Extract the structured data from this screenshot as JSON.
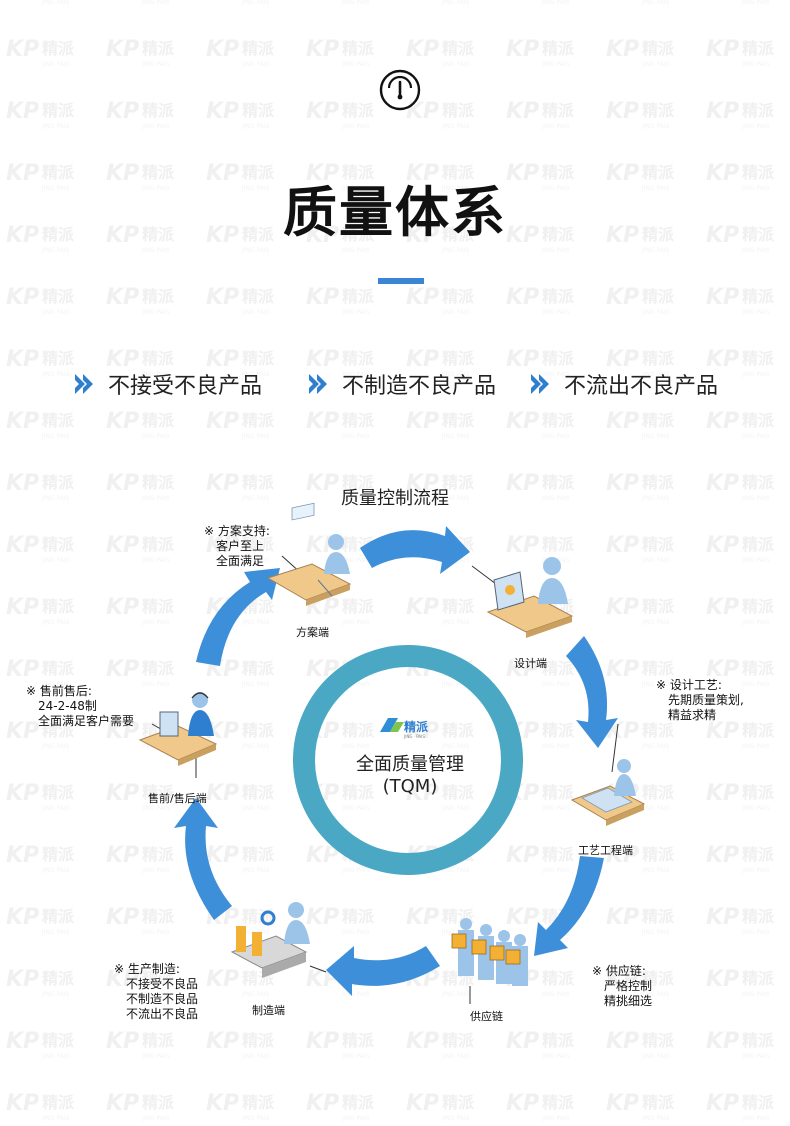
{
  "header_icon": "gauge-icon",
  "title": "质量体系",
  "slogans": [
    {
      "icon": "double-chevron-icon",
      "text": "不接受不良产品"
    },
    {
      "icon": "double-chevron-icon",
      "text": "不制造不良产品"
    },
    {
      "icon": "double-chevron-icon",
      "text": "不流出不良产品"
    }
  ],
  "flow_title": "质量控制流程",
  "center": {
    "logo_text": "精派",
    "logo_subtext": "JING · PAIS",
    "line1": "全面质量管理",
    "line2": "(TQM)"
  },
  "nodes": [
    {
      "label": "方案端"
    },
    {
      "label": "设计端"
    },
    {
      "label": "工艺工程端"
    },
    {
      "label": "供应链"
    },
    {
      "label": "制造端"
    },
    {
      "label": "售前/售后端"
    }
  ],
  "notes": {
    "plan": [
      "※ 方案支持:",
      "客户至上",
      "全面满足"
    ],
    "design": [
      "※ 设计工艺:",
      "先期质量策划,",
      "精益求精"
    ],
    "supply": [
      "※ 供应链:",
      "严格控制",
      "精挑细选"
    ],
    "manufacture": [
      "※ 生产制造:",
      "不接受不良品",
      "不制造不良品",
      "不流出不良品"
    ],
    "service": [
      "※ 售前售后:",
      "24-2-48制",
      "全面满足客户需要"
    ]
  },
  "watermark": {
    "text": "精派",
    "subtext": "JING PAIS"
  },
  "colors": {
    "accent": "#3a86d4",
    "arrow": "#3d8fd9",
    "ring": "#4aa8c4",
    "chevron": "#2f7fd0"
  }
}
